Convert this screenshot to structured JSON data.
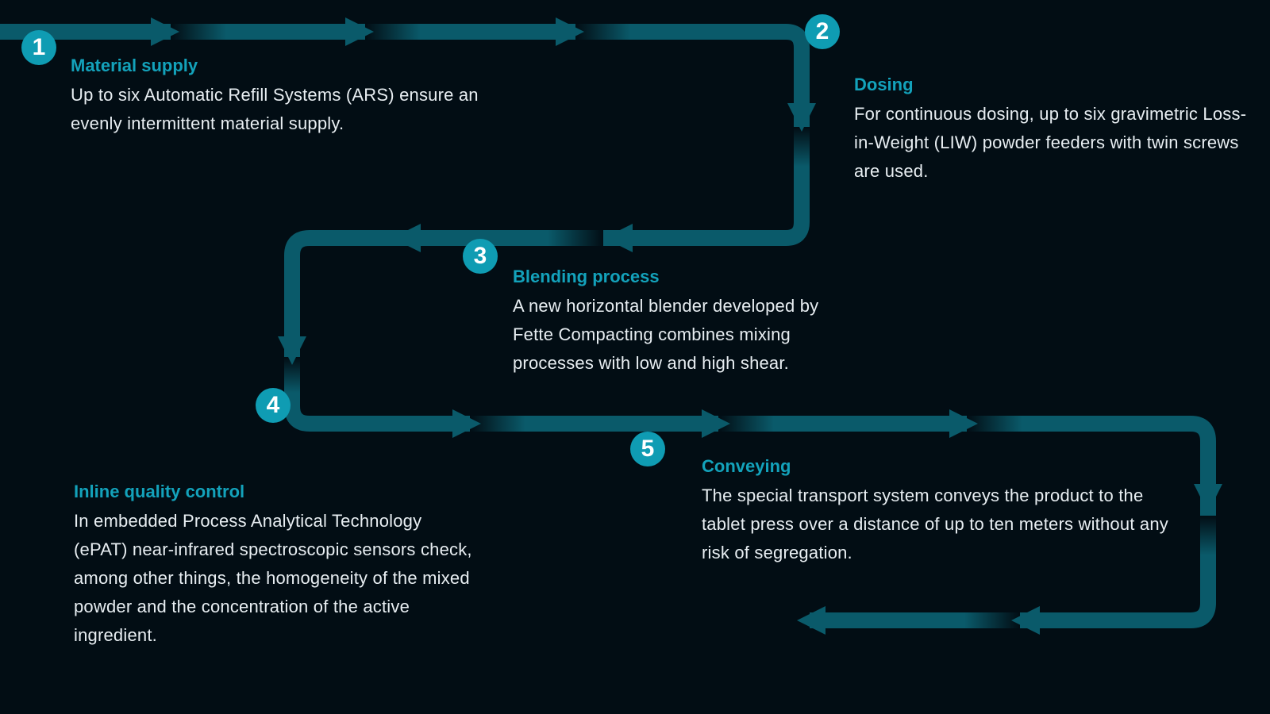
{
  "colors": {
    "background": "#020d14",
    "flow": "#0a5a6a",
    "accent": "#0f9cb3",
    "title": "#13a2bb",
    "text": "#e8eef2"
  },
  "steps": [
    {
      "number": "1",
      "title": "Material supply",
      "description": "Up to six Automatic Refill Systems (ARS) ensure an evenly intermittent material supply."
    },
    {
      "number": "2",
      "title": "Dosing",
      "description": "For continuous dosing, up to six gravimetric Loss-in-Weight (LIW) powder feeders with twin screws are used."
    },
    {
      "number": "3",
      "title": "Blending process",
      "description": "A new horizontal blender developed by Fette Compacting combines mixing processes with low and high shear."
    },
    {
      "number": "4",
      "title": "Inline quality control",
      "description": "In embedded Process Analytical Technology (ePAT) near-infrared spectroscopic sensors check, among other things, the homogeneity of the mixed powder and the concentration of the active ingredient."
    },
    {
      "number": "5",
      "title": "Conveying",
      "description": "The special transport system conveys the product to the tablet press over a distance of up to ten meters without any risk of segregation."
    }
  ]
}
